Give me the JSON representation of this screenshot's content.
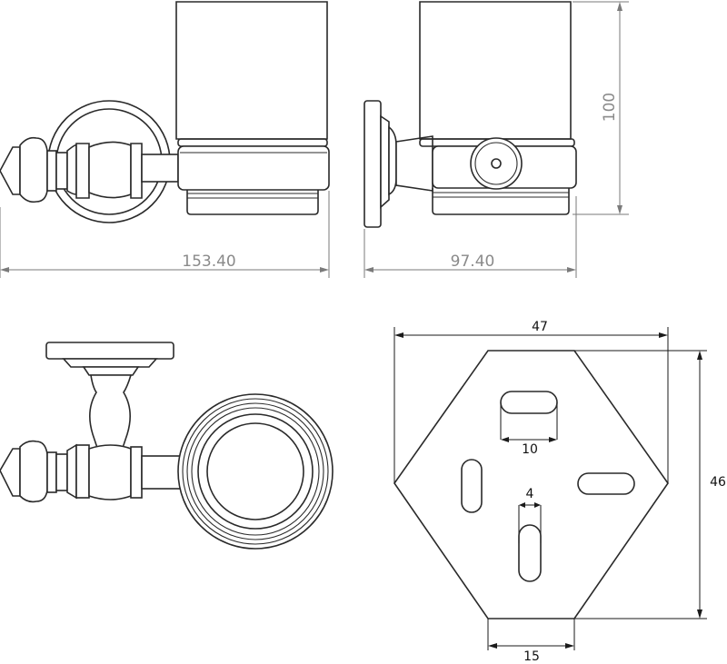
{
  "dimensions": {
    "side_width": "153.40",
    "front_width": "97.40",
    "height": "100",
    "plate_width": "47",
    "plate_height": "46",
    "slot_width": "10",
    "slot_small": "4",
    "plate_bottom": "15"
  }
}
